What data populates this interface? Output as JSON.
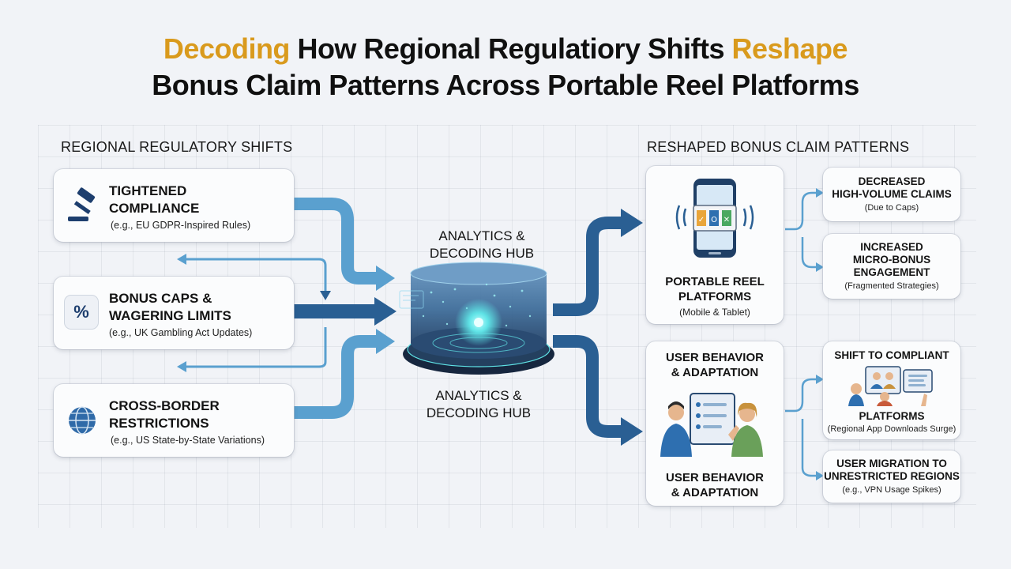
{
  "title": {
    "line1_highlight_a": "Decoding",
    "line1_middle": " How Regional Regulatiory Shifts ",
    "line1_highlight_b": "Reshape",
    "line2": "Bonus Claim Patterns Across Portable Reel Platforms"
  },
  "left_section": {
    "heading": "REGIONAL REGULATORY SHIFTS",
    "items": [
      {
        "line1": "TIGHTENED",
        "line2": "COMPLIANCE",
        "sub": "(e.g., EU GDPR-Inspired Rules)",
        "icon": "gavel-icon"
      },
      {
        "line1": "BONUS CAPS &",
        "line2": "WAGERING LIMITS",
        "sub": "(e.g., UK Gambling Act Updates)",
        "icon": "percent-icon"
      },
      {
        "line1": "CROSS-BORDER",
        "line2": "RESTRICTIONS",
        "sub": "(e.g., US State-by-State Variations)",
        "icon": "globe-icon"
      }
    ]
  },
  "hub": {
    "top_line1": "ANALYTICS &",
    "top_line2": "DECODING HUB",
    "bottom_line1": "ANALYTICS &",
    "bottom_line2": "DECODING HUB",
    "icon": "analytics-hub-icon"
  },
  "right_section": {
    "heading": "RESHAPED BONUS CLAIM PATTERNS",
    "platform_card": {
      "line1": "PORTABLE REEL",
      "line2": "PLATFORMS",
      "sub": "(Mobile & Tablet)",
      "icon": "phone-reels-icon"
    },
    "behavior_card": {
      "top_line1": "USER BEHAVIOR",
      "top_line2": "& ADAPTATION",
      "bottom_line1": "USER BEHAVIOR",
      "bottom_line2": "& ADAPTATION",
      "icon": "users-tablet-icon"
    },
    "outcomes": [
      {
        "line1": "DECREASED",
        "line2": "HIGH-VOLUME CLAIMS",
        "line3": "",
        "sub": "(Due to Caps)"
      },
      {
        "line1": "INCREASED",
        "line2": "MICRO-BONUS",
        "line3": "ENGAGEMENT",
        "sub": "(Fragmented Strategies)"
      },
      {
        "line1": "SHIFT TO COMPLIANT",
        "line2": "PLATFORMS",
        "line3": "",
        "sub": "(Regional App Downloads Surge)"
      },
      {
        "line1": "USER MIGRATION TO",
        "line2": "UNRESTRICTED REGIONS",
        "line3": "",
        "sub": "(e.g., VPN Usage Spikes)"
      }
    ]
  },
  "colors": {
    "highlight": "#d99a1d",
    "arrow_light": "#5aa0cf",
    "arrow_dark": "#2a5f93",
    "hub_glow": "#5fe3e6"
  }
}
